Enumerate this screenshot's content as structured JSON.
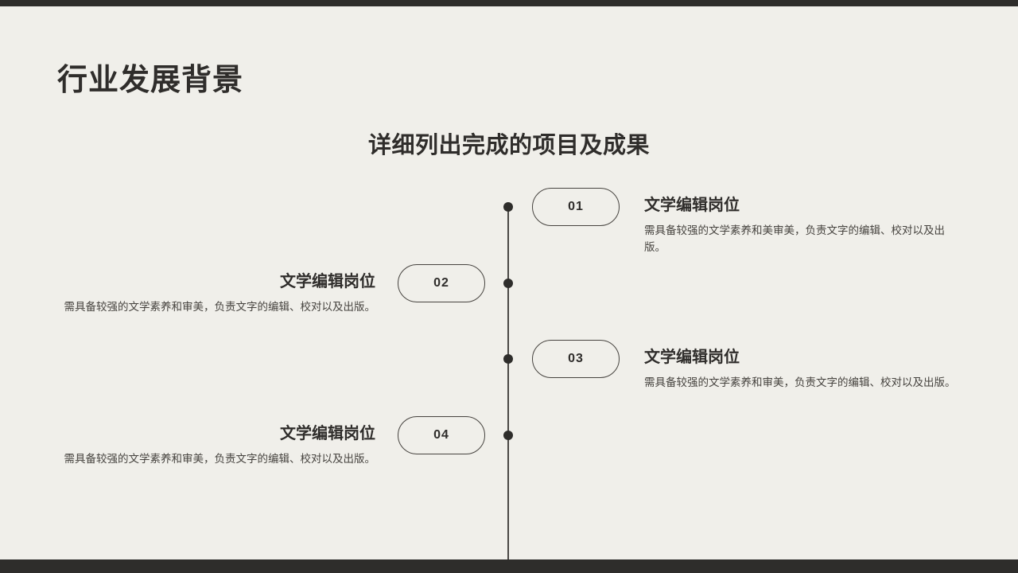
{
  "slide": {
    "title": "行业发展背景",
    "subtitle": "详细列出完成的项目及成果",
    "background_color": "#f0efea",
    "accent_color": "#2e2d2b",
    "text_color": "#2f2d2b",
    "body_text_color": "#46433f"
  },
  "timeline": {
    "items": [
      {
        "number": "01",
        "side": "right",
        "title": "文学编辑岗位",
        "description": "需具备较强的文学素养和美审美，负责文字的编辑、校对以及出版。"
      },
      {
        "number": "02",
        "side": "left",
        "title": "文学编辑岗位",
        "description": "需具备较强的文学素养和审美，负责文字的编辑、校对以及出版。"
      },
      {
        "number": "03",
        "side": "right",
        "title": "文学编辑岗位",
        "description": "需具备较强的文学素养和审美，负责文字的编辑、校对以及出版。"
      },
      {
        "number": "04",
        "side": "left",
        "title": "文学编辑岗位",
        "description": "需具备较强的文学素养和审美，负责文字的编辑、校对以及出版。"
      }
    ]
  }
}
